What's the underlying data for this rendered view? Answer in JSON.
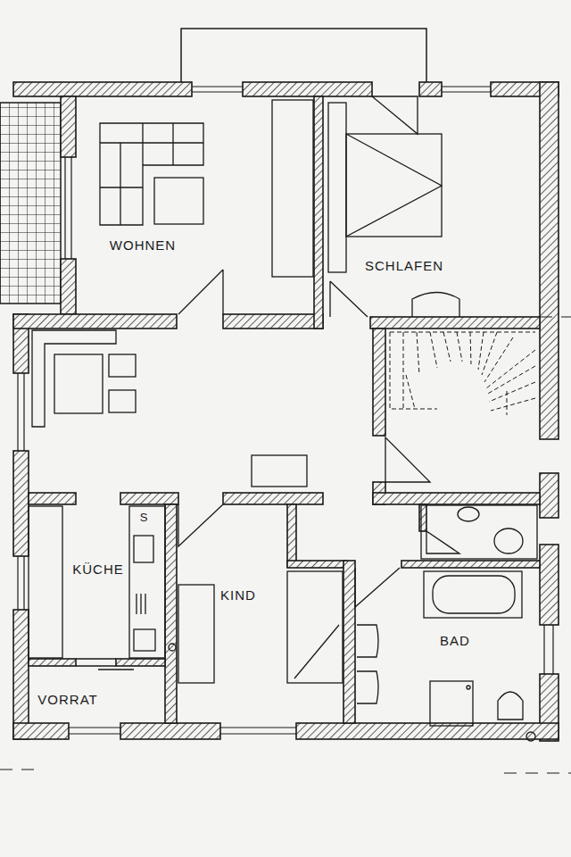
{
  "diagram": {
    "labels": [
      "WOHNEN",
      "SCHLAFEN",
      "KÜCHE",
      "KIND",
      "VORRAT",
      "BAD",
      "S"
    ]
  }
}
